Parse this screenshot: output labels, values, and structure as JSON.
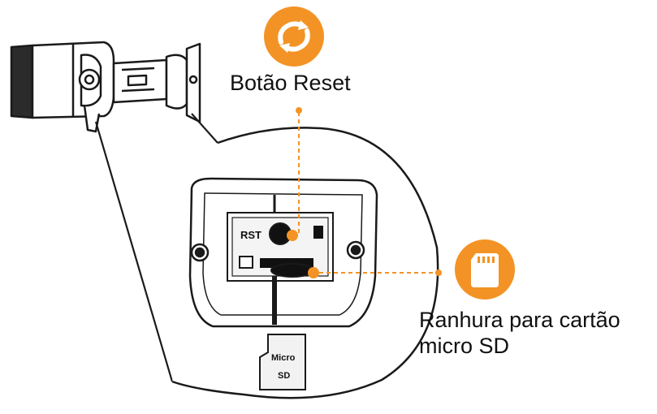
{
  "labels": {
    "reset_button": "Botão Reset",
    "sd_slot_line1": "Ranhura para cartão",
    "sd_slot_line2": "micro SD"
  },
  "sd_card": {
    "line1": "Micro",
    "line2": "SD"
  },
  "board": {
    "rst_marking": "RST"
  },
  "icons": {
    "reset": "reset-icon",
    "sd": "sd-card-icon"
  },
  "colors": {
    "accent": "#F39325",
    "line": "#1a1a1a",
    "paper": "#ffffff"
  }
}
